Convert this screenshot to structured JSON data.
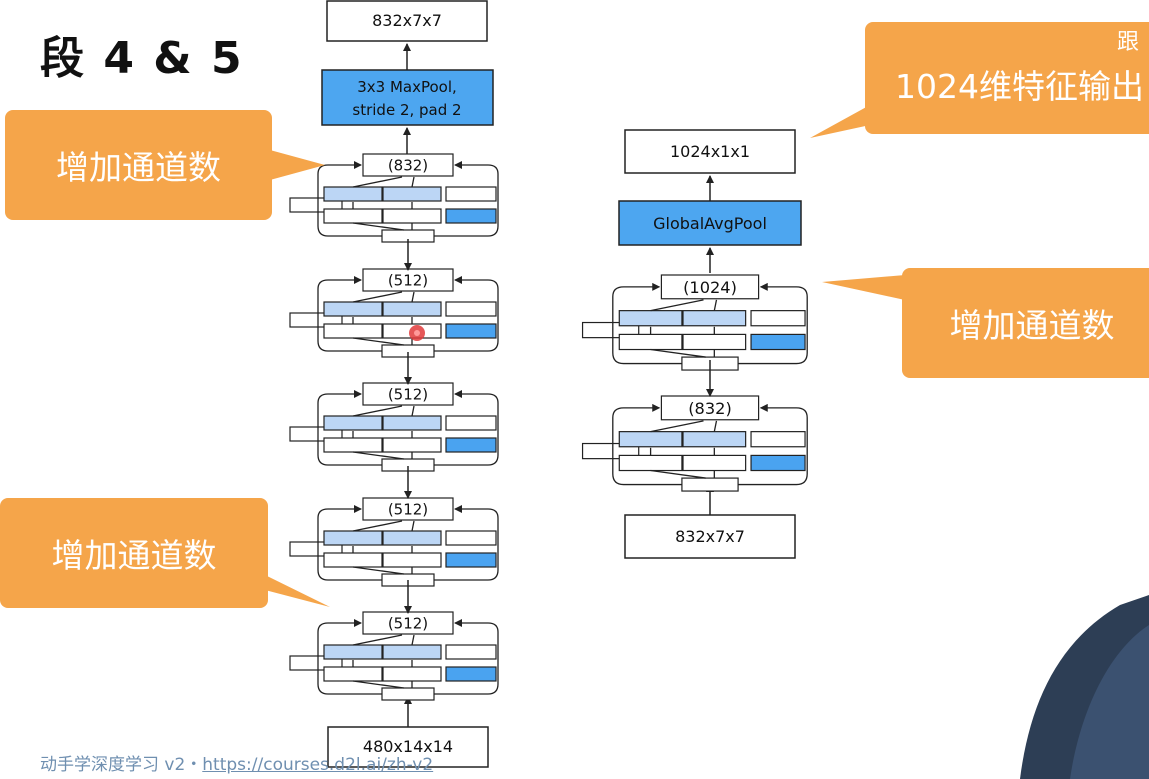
{
  "slide": {
    "title": "段 4 & 5",
    "footer_text": "动手学深度学习 v2・",
    "footer_link": "https://courses.d2l.ai/zh-v2"
  },
  "callouts": {
    "left_top": "增加通道数",
    "left_bottom": "增加通道数",
    "right_middle": "增加通道数",
    "right_top_main": "1024维特征输出",
    "right_top_small": "跟"
  },
  "stage4": {
    "input_label": "480x14x14",
    "block_labels": [
      "(512)",
      "(512)",
      "(512)",
      "(512)",
      "(832)"
    ],
    "pool_line1": "3x3 MaxPool,",
    "pool_line2": "stride 2, pad 2",
    "output_label": "832x7x7"
  },
  "stage5": {
    "input_label": "832x7x7",
    "block_labels": [
      "(832)",
      "(1024)"
    ],
    "pool_label": "GlobalAvgPool",
    "output_label": "1024x1x1"
  },
  "colors": {
    "callout": "#f5a54a",
    "pool_box": "#4da6f0",
    "light_blue": "#bcd6f5",
    "conv_blue": "#4aa3f0",
    "pointer": "#e0393b"
  }
}
